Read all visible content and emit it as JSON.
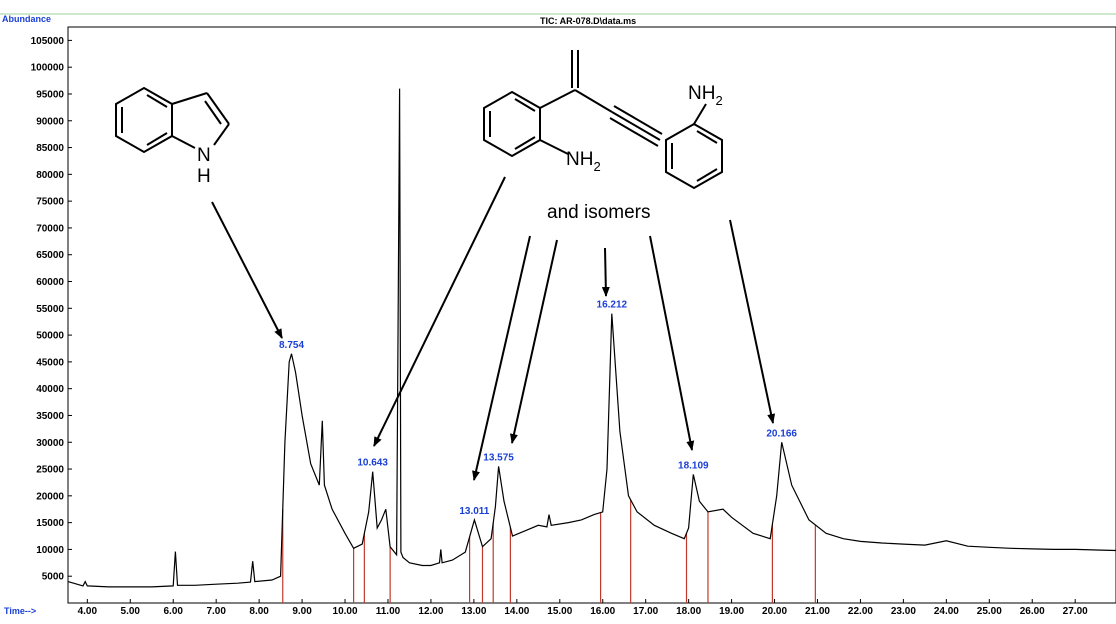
{
  "chart_data": {
    "type": "line",
    "title": "TIC: AR-078.D\\data.ms",
    "ylabel": "Abundance",
    "xlabel": "Time-->",
    "xlim": [
      3.55,
      27.95
    ],
    "ylim": [
      0,
      107500
    ],
    "x_ticks": [
      4.0,
      5.0,
      6.0,
      7.0,
      8.0,
      9.0,
      10.0,
      11.0,
      12.0,
      13.0,
      14.0,
      15.0,
      16.0,
      17.0,
      18.0,
      19.0,
      20.0,
      21.0,
      22.0,
      23.0,
      24.0,
      25.0,
      26.0,
      27.0
    ],
    "x_tick_labels": [
      "4.00",
      "5.00",
      "6.00",
      "7.00",
      "8.00",
      "9.00",
      "10.00",
      "11.00",
      "12.00",
      "13.00",
      "14.00",
      "15.00",
      "16.00",
      "17.00",
      "18.00",
      "19.00",
      "20.00",
      "21.00",
      "22.00",
      "23.00",
      "24.00",
      "25.00",
      "26.00",
      "27.00"
    ],
    "y_ticks": [
      5000,
      10000,
      15000,
      20000,
      25000,
      30000,
      35000,
      40000,
      45000,
      50000,
      55000,
      60000,
      65000,
      70000,
      75000,
      80000,
      85000,
      90000,
      95000,
      100000,
      105000
    ],
    "y_tick_labels": [
      "5000",
      "10000",
      "15000",
      "20000",
      "25000",
      "30000",
      "35000",
      "40000",
      "45000",
      "50000",
      "55000",
      "60000",
      "65000",
      "70000",
      "75000",
      "80000",
      "85000",
      "90000",
      "95000",
      "100000",
      "105000"
    ],
    "series": [
      {
        "color": "#000000",
        "x": [
          3.55,
          3.9,
          3.95,
          4.0,
          4.5,
          5.0,
          5.5,
          6.0,
          6.05,
          6.1,
          6.5,
          7.0,
          7.5,
          7.8,
          7.85,
          7.9,
          8.3,
          8.5,
          8.6,
          8.7,
          8.754,
          8.85,
          9.0,
          9.2,
          9.4,
          9.47,
          9.52,
          9.7,
          10.0,
          10.2,
          10.4,
          10.55,
          10.643,
          10.75,
          10.85,
          10.95,
          11.05,
          11.2,
          11.27,
          11.3,
          11.35,
          11.5,
          11.8,
          12.0,
          12.2,
          12.23,
          12.26,
          12.5,
          12.8,
          13.011,
          13.2,
          13.4,
          13.5,
          13.575,
          13.7,
          13.9,
          14.2,
          14.5,
          14.7,
          14.75,
          14.8,
          15.2,
          15.5,
          15.8,
          16.0,
          16.1,
          16.212,
          16.4,
          16.6,
          16.8,
          17.2,
          17.6,
          17.9,
          18.0,
          18.109,
          18.25,
          18.45,
          18.8,
          19.0,
          19.5,
          19.9,
          20.05,
          20.166,
          20.4,
          20.8,
          21.2,
          21.6,
          22.0,
          22.5,
          23.0,
          23.5,
          24.0,
          24.5,
          25.0,
          25.5,
          26.0,
          26.5,
          27.0,
          27.5,
          27.95
        ],
        "y": [
          4000,
          3200,
          4000,
          3200,
          3000,
          3000,
          3000,
          3200,
          9600,
          3300,
          3300,
          3500,
          3700,
          3900,
          7800,
          4000,
          4300,
          5000,
          30000,
          45000,
          46500,
          43000,
          35000,
          26000,
          22000,
          34000,
          22000,
          17500,
          13000,
          10200,
          11000,
          17000,
          24500,
          14000,
          15500,
          17500,
          10500,
          9000,
          96000,
          9500,
          8500,
          7500,
          7000,
          7000,
          7500,
          10000,
          7500,
          8000,
          9500,
          15500,
          10500,
          12000,
          18000,
          25500,
          19000,
          12500,
          13500,
          14500,
          14200,
          16500,
          14500,
          15000,
          15500,
          16500,
          17000,
          25000,
          54000,
          32000,
          20000,
          17000,
          14500,
          13000,
          12000,
          14000,
          24000,
          19000,
          17000,
          17500,
          16000,
          13000,
          12000,
          20000,
          30000,
          22000,
          15500,
          13000,
          12000,
          11500,
          11200,
          11000,
          10800,
          11600,
          10600,
          10400,
          10200,
          10100,
          10000,
          10000,
          9900,
          9800
        ]
      }
    ],
    "peak_labels": [
      {
        "x": 8.754,
        "y": 46500,
        "text": "8.754"
      },
      {
        "x": 10.643,
        "y": 24500,
        "text": "10.643"
      },
      {
        "x": 13.011,
        "y": 15500,
        "text": "13.011"
      },
      {
        "x": 13.575,
        "y": 25500,
        "text": "13.575"
      },
      {
        "x": 16.212,
        "y": 54000,
        "text": "16.212"
      },
      {
        "x": 18.109,
        "y": 24000,
        "text": "18.109"
      },
      {
        "x": 20.166,
        "y": 30000,
        "text": "20.166"
      }
    ],
    "integration_marks": {
      "color": "#c0392b",
      "x": [
        8.55,
        10.2,
        10.45,
        11.05,
        12.9,
        13.2,
        13.45,
        13.85,
        15.95,
        16.65,
        17.95,
        18.45,
        19.95,
        20.95
      ]
    },
    "annotations": {
      "isomers_text": "and isomers",
      "indole_h": "H",
      "indole_n": "N",
      "nh2_top": "NH",
      "nh2_top_sub": "2",
      "nh2_left": "NH",
      "nh2_left_sub": "2"
    }
  }
}
